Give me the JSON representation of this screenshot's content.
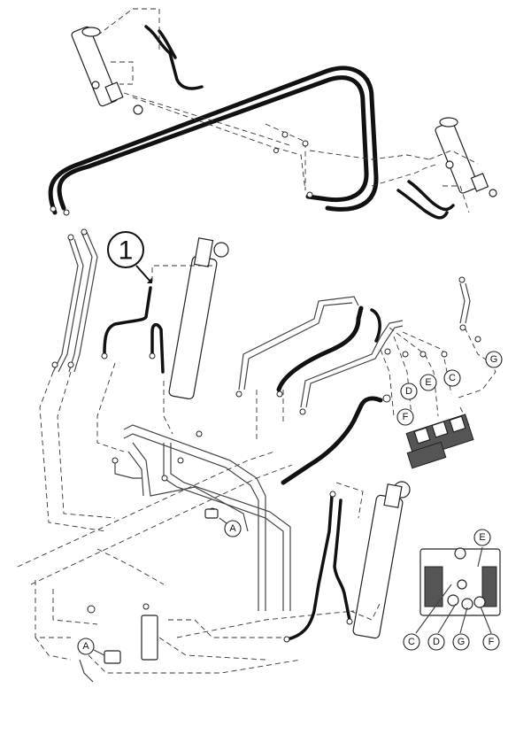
{
  "item_number": "1",
  "callouts": {
    "A_left": "A",
    "A_mid": "A",
    "C_top": "C",
    "D_top": "D",
    "E_top": "E",
    "F_top": "F",
    "G_top": "G",
    "C_valve": "C",
    "D_valve": "D",
    "E_valve": "E",
    "F_valve": "F",
    "G_valve": "G"
  },
  "colors": {
    "line": "#111111",
    "background": "#ffffff"
  }
}
